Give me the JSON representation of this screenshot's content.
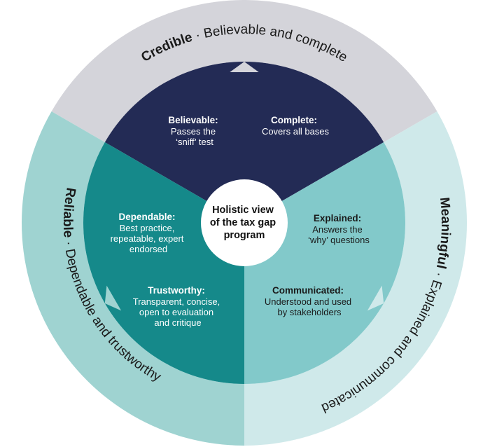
{
  "outer": {
    "credible": {
      "title": "Credible",
      "separator": " · ",
      "subtitle": "Believable and complete"
    },
    "meaningful": {
      "title": "Meaningful",
      "separator": " · ",
      "subtitle": "Explained and communicated"
    },
    "reliable": {
      "title": "Reliable",
      "separator": " · ",
      "subtitle": "Dependable and trustworthy"
    }
  },
  "segments": {
    "believable": {
      "title": "Believable:",
      "lines": [
        "Passes the",
        "‘sniff’ test"
      ]
    },
    "complete": {
      "title": "Complete:",
      "lines": [
        "Covers all bases"
      ]
    },
    "explained": {
      "title": "Explained:",
      "lines": [
        "Answers the",
        "‘why’ questions"
      ]
    },
    "communicated": {
      "title": "Communicated:",
      "lines": [
        "Understood and used",
        "by stakeholders"
      ]
    },
    "dependable": {
      "title": "Dependable:",
      "lines": [
        "Best practice,",
        "repeatable, expert",
        "endorsed"
      ]
    },
    "trustworthy": {
      "title": "Trustworthy:",
      "lines": [
        "Transparent, concise,",
        "open to evaluation",
        "and critique"
      ]
    }
  },
  "center": {
    "lines": [
      "Holistic view",
      "of the tax gap",
      "program"
    ]
  },
  "colors": {
    "credible_outer": "#d4d4da",
    "meaningful_outer": "#cfe9ea",
    "reliable_outer": "#9fd3d1",
    "credible_inner": "#232b55",
    "meaningful_inner": "#82c9ca",
    "reliable_inner": "#15898a",
    "center": "#ffffff"
  }
}
